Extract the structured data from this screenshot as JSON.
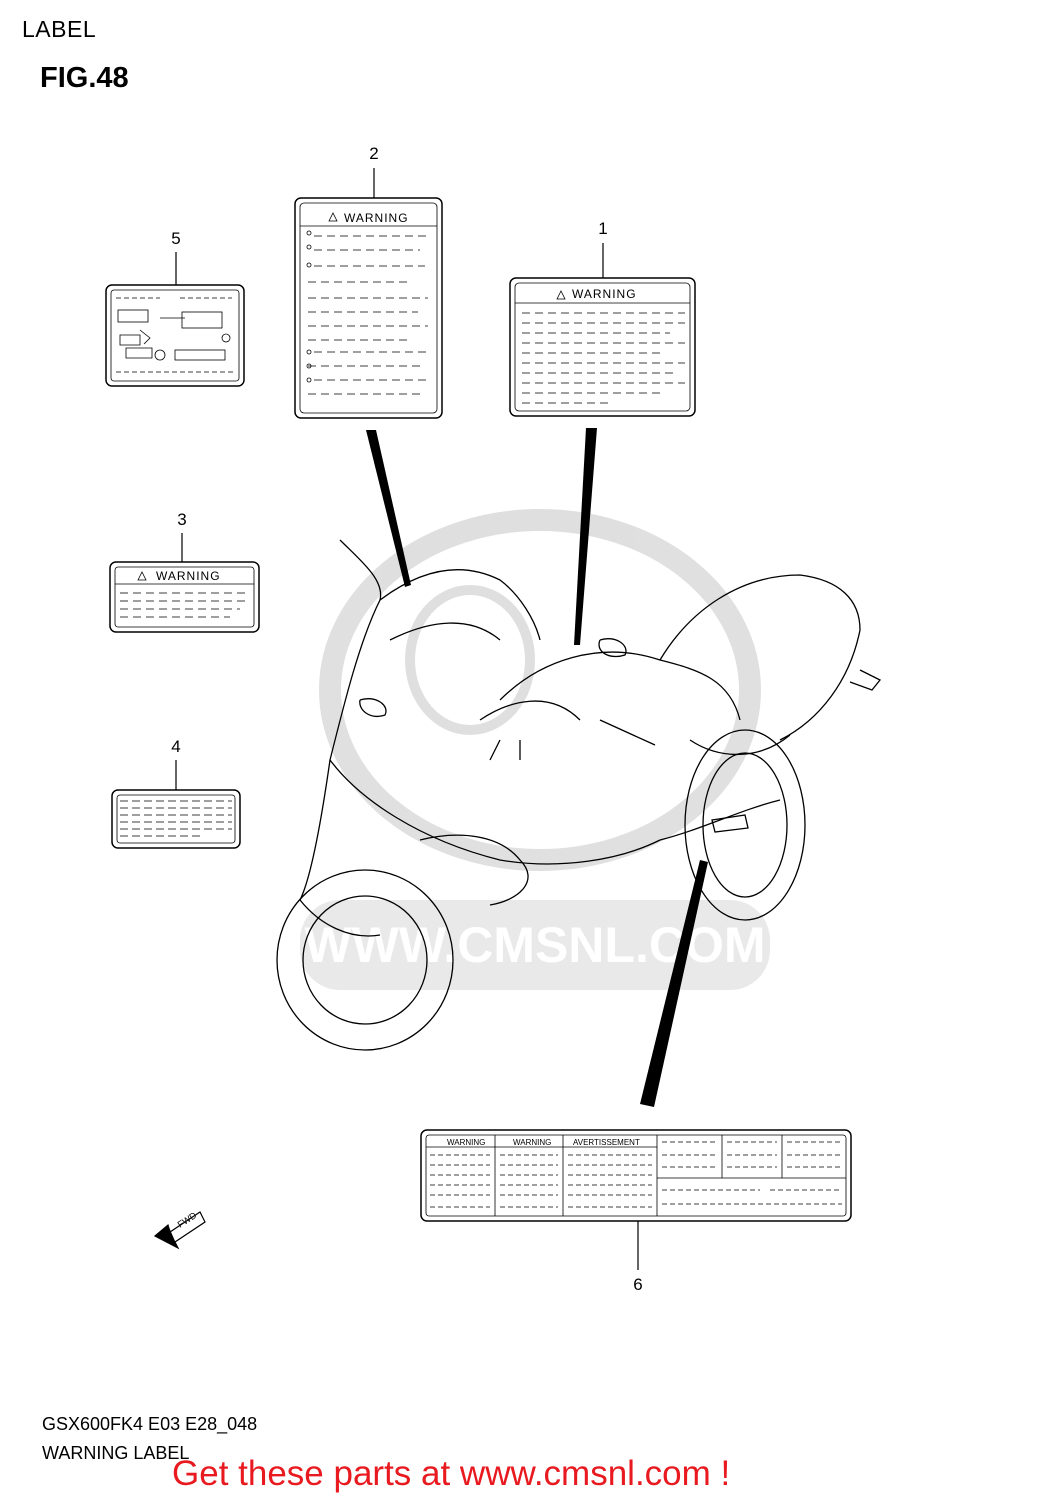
{
  "header": {
    "section": "LABEL",
    "figure": "FIG.48"
  },
  "callouts": [
    "1",
    "2",
    "3",
    "4",
    "5",
    "6"
  ],
  "labels": {
    "warning": "WARNING",
    "warning_small": "WARNING",
    "avertissement": "AVERTISSEMENT"
  },
  "direction_marker": "FWD",
  "watermark": "WWW.CMSNL.COM",
  "footer": {
    "code": "GSX600FK4 E03 E28_048",
    "caption": "WARNING LABEL",
    "cta": "Get these parts at www.cmsnl.com !"
  }
}
